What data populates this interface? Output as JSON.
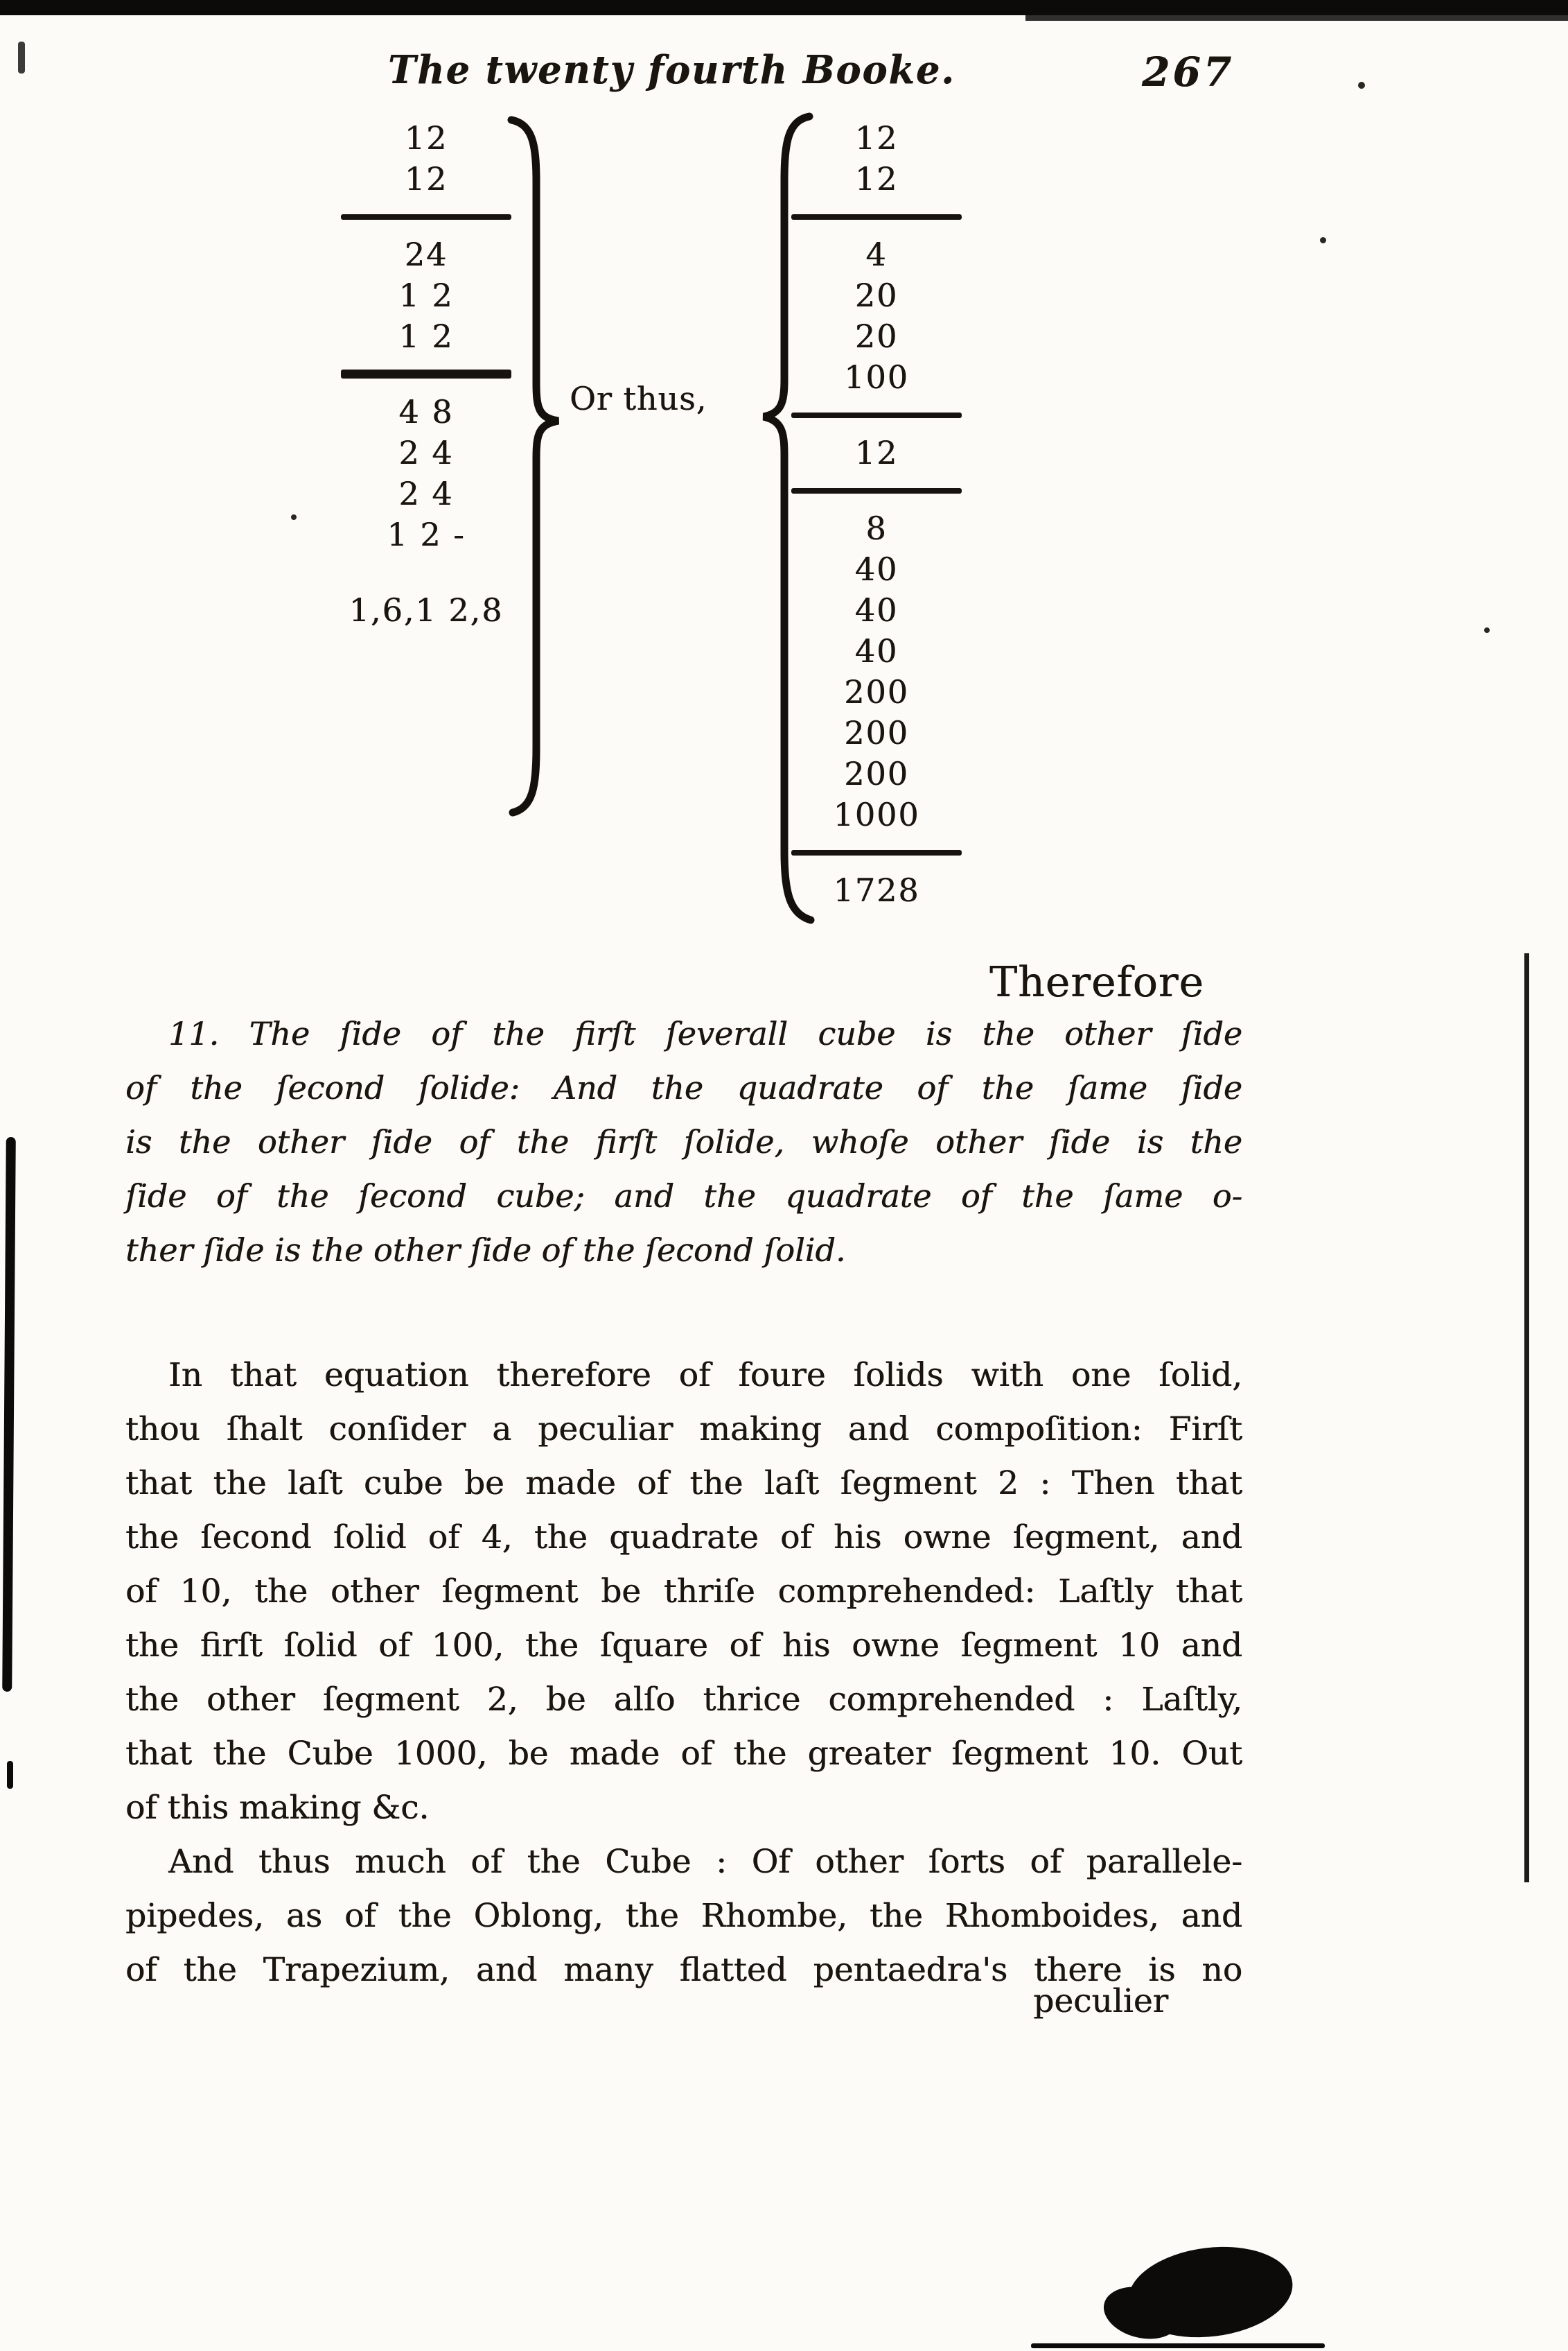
{
  "colors": {
    "ink": "#1b150f",
    "paper": "#fcfbf7"
  },
  "header": {
    "title": "The twenty fourth Booke.",
    "page_number": "267"
  },
  "computation": {
    "or_thus": "Or thus,",
    "left_rows": [
      "12",
      "12",
      "24",
      "1 2",
      "1 2",
      "4 8",
      "2 4",
      "2 4",
      "1 2 -",
      "1,6,1 2,8"
    ],
    "right_rows": [
      "12",
      "12",
      "4",
      "20",
      "20",
      "100",
      "12",
      "8",
      "40",
      "40",
      "40",
      "200",
      "200",
      "200",
      "1000",
      "1728"
    ]
  },
  "sections": {
    "therefore": "Therefore",
    "catchword": "peculier"
  },
  "rule_paragraph": {
    "lines": [
      "11.  The ſide of the firſt ſeverall cube is the other ſide",
      "of the ſecond ſolide:  And the quadrate of the ſame ſide",
      "is the other ſide of the firſt ſolide, whoſe other ſide is the",
      "ſide of the ſecond cube; and the quadrate of the ſame o-",
      "ther ſide is the other ſide of the ſecond ſolid."
    ]
  },
  "body_paragraph_1": {
    "lines": [
      "In that equation therefore of foure ſolids with one ſolid,",
      "thou ſhalt conſider a peculiar making and compoſition: Firſt",
      "that the laſt cube be made of the laſt ſegment 2 :  Then that",
      "the ſecond ſolid of 4, the quadrate of his owne ſegment, and",
      "of 10, the other ſegment be thriſe comprehended: Laſtly that",
      "the firſt ſolid of 100, the ſquare of his owne ſegment 10 and",
      "the other ſegment 2, be alſo thrice comprehended :  Laſtly,",
      "that the Cube 1000, be made of the greater ſegment 10.  Out",
      "of this making &c."
    ]
  },
  "body_paragraph_2": {
    "lines": [
      "And thus much of the Cube :  Of other ſorts of parallele-",
      "pipedes, as of the Oblong, the Rhombe, the Rhomboides, and",
      "of the Trapezium, and many flatted pentaedra's there is no"
    ]
  }
}
